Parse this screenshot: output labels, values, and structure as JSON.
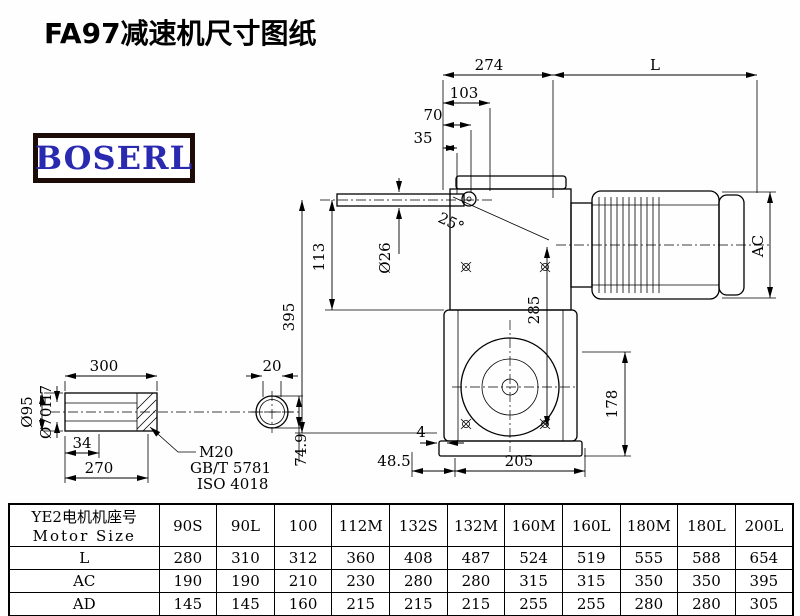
{
  "title": "FA97减速机尺寸图纸",
  "logo": "BOSERL",
  "drawing": {
    "dims": {
      "top_width": "274",
      "motor_length": "L",
      "offset_a": "103",
      "offset_b": "70",
      "offset_c": "35",
      "angle": "25°",
      "shaft_dia": "Ø26",
      "height_a": "113",
      "height_total": "395",
      "height_b": "285",
      "motor_dia": "AC",
      "height_c": "178",
      "gap": "4",
      "offset_d": "48.5",
      "base_width": "205"
    },
    "shaft": {
      "length": "300",
      "key_width": "20",
      "outer_dia": "Ø95",
      "bore_dia": "Ø70H7",
      "len_a": "34",
      "len_b": "270",
      "thread": "M20",
      "std_gb": "GB/T 5781",
      "std_iso": "ISO 4018",
      "key_depth": "74.9"
    }
  },
  "table": {
    "header_cn": "YE2电机机座号",
    "header_en": "Motor Size",
    "sizes": [
      "90S",
      "90L",
      "100",
      "112M",
      "132S",
      "132M",
      "160M",
      "160L",
      "180M",
      "180L",
      "200L"
    ],
    "rows": [
      {
        "label": "L",
        "values": [
          "280",
          "310",
          "312",
          "360",
          "408",
          "487",
          "524",
          "519",
          "555",
          "588",
          "654"
        ]
      },
      {
        "label": "AC",
        "values": [
          "190",
          "190",
          "210",
          "230",
          "280",
          "280",
          "315",
          "315",
          "350",
          "350",
          "395"
        ]
      },
      {
        "label": "AD",
        "values": [
          "145",
          "145",
          "160",
          "215",
          "215",
          "215",
          "255",
          "255",
          "280",
          "280",
          "305"
        ]
      }
    ]
  }
}
